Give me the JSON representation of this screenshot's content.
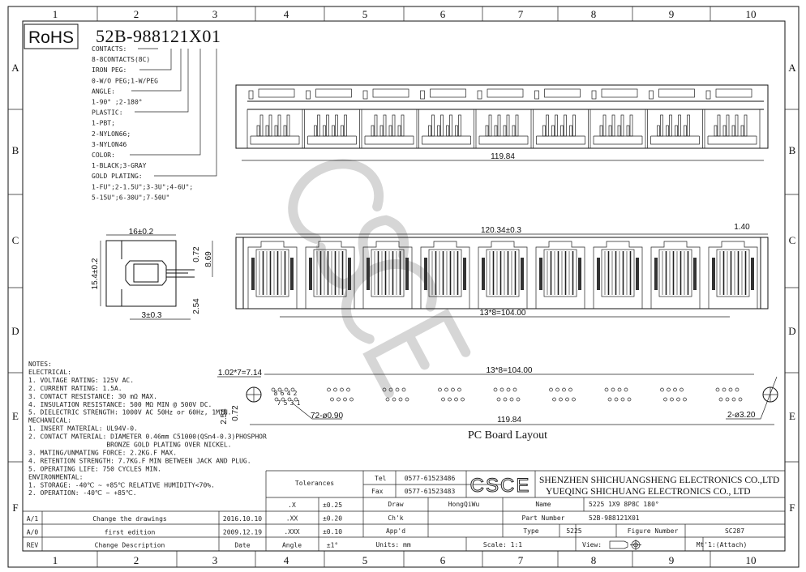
{
  "frame": {
    "columns": [
      "1",
      "2",
      "3",
      "4",
      "5",
      "6",
      "7",
      "8",
      "9",
      "10"
    ],
    "rows": [
      "A",
      "B",
      "C",
      "D",
      "E",
      "F"
    ]
  },
  "rohs": "RoHS",
  "part_code": {
    "number": "52B-988121X01",
    "legend": [
      "CONTACTS:",
      "8-8CONTACTS(8C)",
      "IRON PEG:",
      "0-W/O PEG;1-W/PEG",
      "ANGLE:",
      "1-90° ;2-180°",
      "PLASTIC:",
      "1-PBT;",
      "2-NYLON66;",
      "3-NYLON46",
      "COLOR:",
      "1-BLACK;3-GRAY",
      "GOLD PLATING:",
      "1-FU\";2-1.5U\";3-3U\";4-6U\";",
      "5-15U\";6-30U\";7-50U\""
    ]
  },
  "watermark": "CSCE",
  "dimensions": {
    "top_width": "119.84",
    "side_width": "16±0.2",
    "side_height": "15.4±0.2",
    "side_072": "0.72",
    "side_869": "8.69",
    "side_254": "2.54",
    "side_3": "3±0.3",
    "front_width": "120.34±0.3",
    "front_140": "1.40",
    "front_pitch": "13*8=104.00",
    "pcb_pin_pitch": "1.02*7=7.14",
    "pcb_port_pitch": "13*8=104.00",
    "pcb_072": "0.72",
    "pcb_254": "2.54",
    "pcb_holes": "72-ø0.90",
    "pcb_width": "119.84",
    "pcb_mount": "2-ø3.20",
    "pin_numbers": [
      "8",
      "6",
      "4",
      "2",
      "7",
      "5",
      "3",
      "1"
    ]
  },
  "pcb_title": "PC Board Layout",
  "port_count": 9,
  "notes": [
    "NOTES:",
    "ELECTRICAL:",
    "1. VOLTAGE RATING: 125V AC.",
    "2. CURRENT RATING: 1.5A.",
    "3. CONTACT RESISTANCE: 30 mΩ MAX.",
    "4. INSULATION RESISTANCE: 500 MΩ MIN @ 500V DC.",
    "5. DIELECTRIC STRENGTH: 1000V AC 50Hz or 60Hz, 1MIN.",
    "MECHANICAL:",
    "1. INSERT MATERIAL: UL94V-0.",
    "2. CONTACT MATERIAL: DIAMETER 0.46mm C51000(QSn4-0.3)PHOSPHOR",
    "                    BRONZE GOLD PLATING OVER NICKEL.",
    "3. MATING/UNMATING FORCE: 2.2KG.F MAX.",
    "4. RETENTION STRENGTH: 7.7KG.F MIN BETWEEN JACK AND PLUG.",
    "5. OPERATING LIFE: 750 CYCLES MIN.",
    "ENVIRONMENTAL:",
    "1. STORAGE: -40℃ ~ +85℃ RELATIVE HUMIDITY<70%.",
    "2. OPERATION: -40℃ ~ +85℃."
  ],
  "revisions": [
    {
      "rev": "A/1",
      "desc": "Change the drawings",
      "date": "2016.10.10"
    },
    {
      "rev": "A/0",
      "desc": "first edition",
      "date": "2009.12.19"
    },
    {
      "rev": "REV",
      "desc": "Change Description",
      "date": "Date"
    }
  ],
  "title_block": {
    "tolerances_label": "Tolerances",
    "tolerances": [
      {
        "k": ".X",
        "v": "±0.25"
      },
      {
        "k": ".XX",
        "v": "±0.20"
      },
      {
        "k": ".XXX",
        "v": "±0.10"
      },
      {
        "k": "Angle",
        "v": "±1°"
      }
    ],
    "tel_label": "Tel",
    "tel": "0577-61523486",
    "fax_label": "Fax",
    "fax": "0577-61523483",
    "logo": "CSCE",
    "company1": "SHENZHEN SHICHUANGSHENG ELECTRONICS CO.,LTD",
    "company2": "YUEQING SHICHUANG ELECTRONICS CO., LTD",
    "draw_label": "Draw",
    "draw": "HongQiWu",
    "chk_label": "Ch'k",
    "app_label": "App'd",
    "name_label": "Name",
    "name": "5225 1X9 8P8C 180°",
    "part_label": "Part Number",
    "part": "52B-988121X01",
    "type_label": "Type",
    "type": "5225",
    "figure_label": "Figure Number",
    "figure": "SC287",
    "units": "Units: mm",
    "scale": "Scale: 1:1",
    "view": "View:",
    "material": "Mt'1:(Attach)"
  }
}
